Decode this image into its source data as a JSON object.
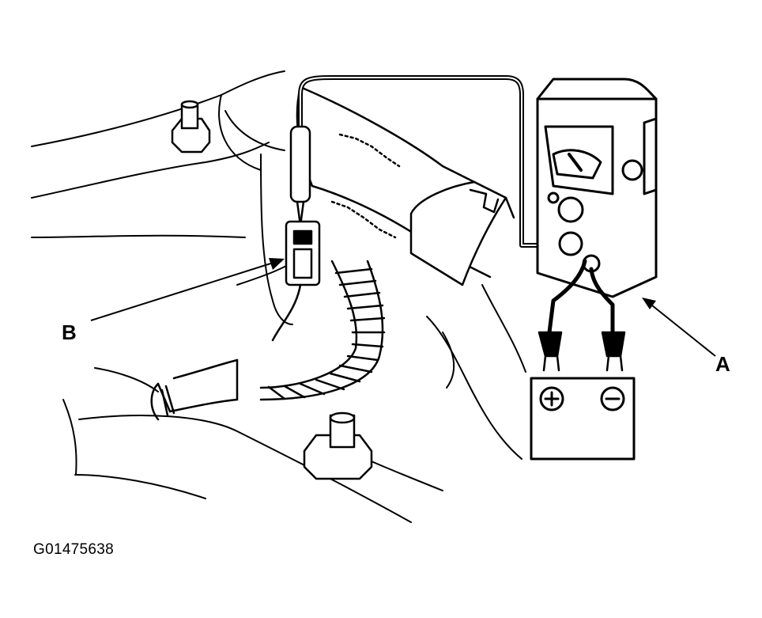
{
  "figure": {
    "callouts": [
      {
        "id": "A",
        "text": "A"
      },
      {
        "id": "B",
        "text": "B"
      }
    ],
    "battery_terminals": {
      "positive": "+",
      "negative": "−"
    },
    "figure_code": "G01475638"
  },
  "colors": {
    "line": "#000000",
    "background": "#ffffff"
  }
}
